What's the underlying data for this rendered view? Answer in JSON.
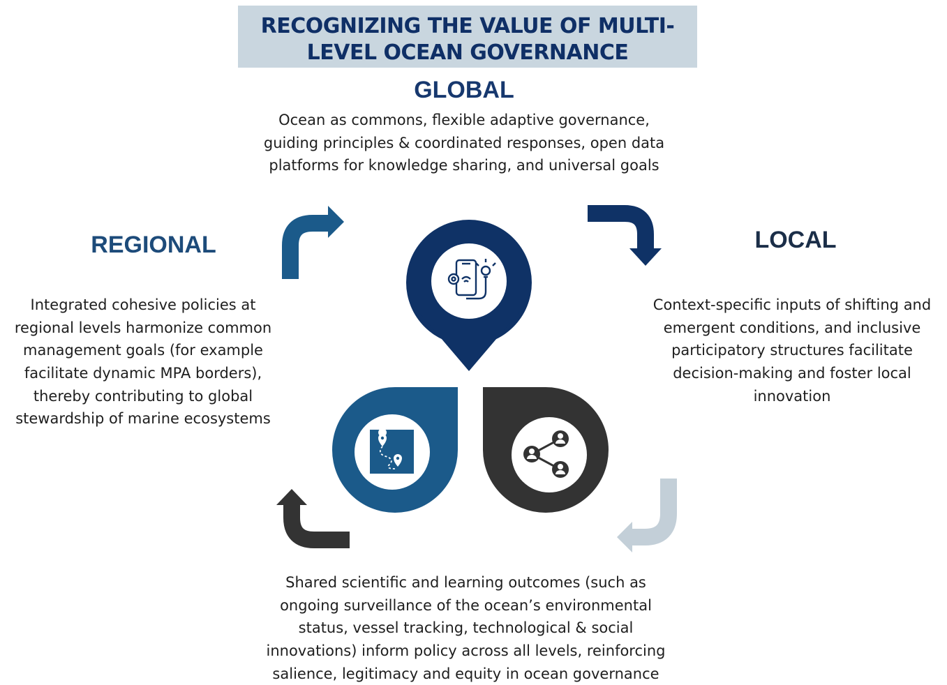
{
  "title": {
    "line1": "RECOGNIZING THE VALUE OF MULTI-",
    "line2": "LEVEL OCEAN GOVERNANCE"
  },
  "global": {
    "heading": "GLOBAL",
    "lines": [
      "Ocean as commons, flexible adaptive governance,",
      "guiding principles & coordinated responses, open data",
      "platforms for knowledge sharing, and universal goals"
    ]
  },
  "regional": {
    "heading": "REGIONAL",
    "lines": [
      "Integrated cohesive policies at",
      "regional levels harmonize common",
      "management goals (for example",
      "facilitate dynamic MPA borders),",
      "thereby contributing to global",
      "stewardship of marine ecosystems"
    ]
  },
  "local": {
    "heading": "LOCAL",
    "lines": [
      "Context-specific inputs of shifting and",
      "emergent conditions, and inclusive",
      "participatory structures facilitate",
      "decision-making and foster local",
      "innovation"
    ]
  },
  "bottom": {
    "lines": [
      "Shared scientific and learning outcomes (such as",
      "ongoing surveillance of the ocean’s environmental",
      "status, vessel tracking, technological & social",
      "innovations) inform policy across all levels, reinforcing",
      "salience, legitimacy and equity in ocean governance"
    ]
  },
  "icons": {
    "global": "smartphone-idea-icon",
    "regional": "map-route-icon",
    "local": "people-network-icon"
  },
  "colors": {
    "title_bg": "#c9d6df",
    "navy": "#0f3266",
    "mid_blue": "#1b5a8a",
    "dark_gray": "#333333",
    "light_gray_blue": "#c3cfd8"
  }
}
